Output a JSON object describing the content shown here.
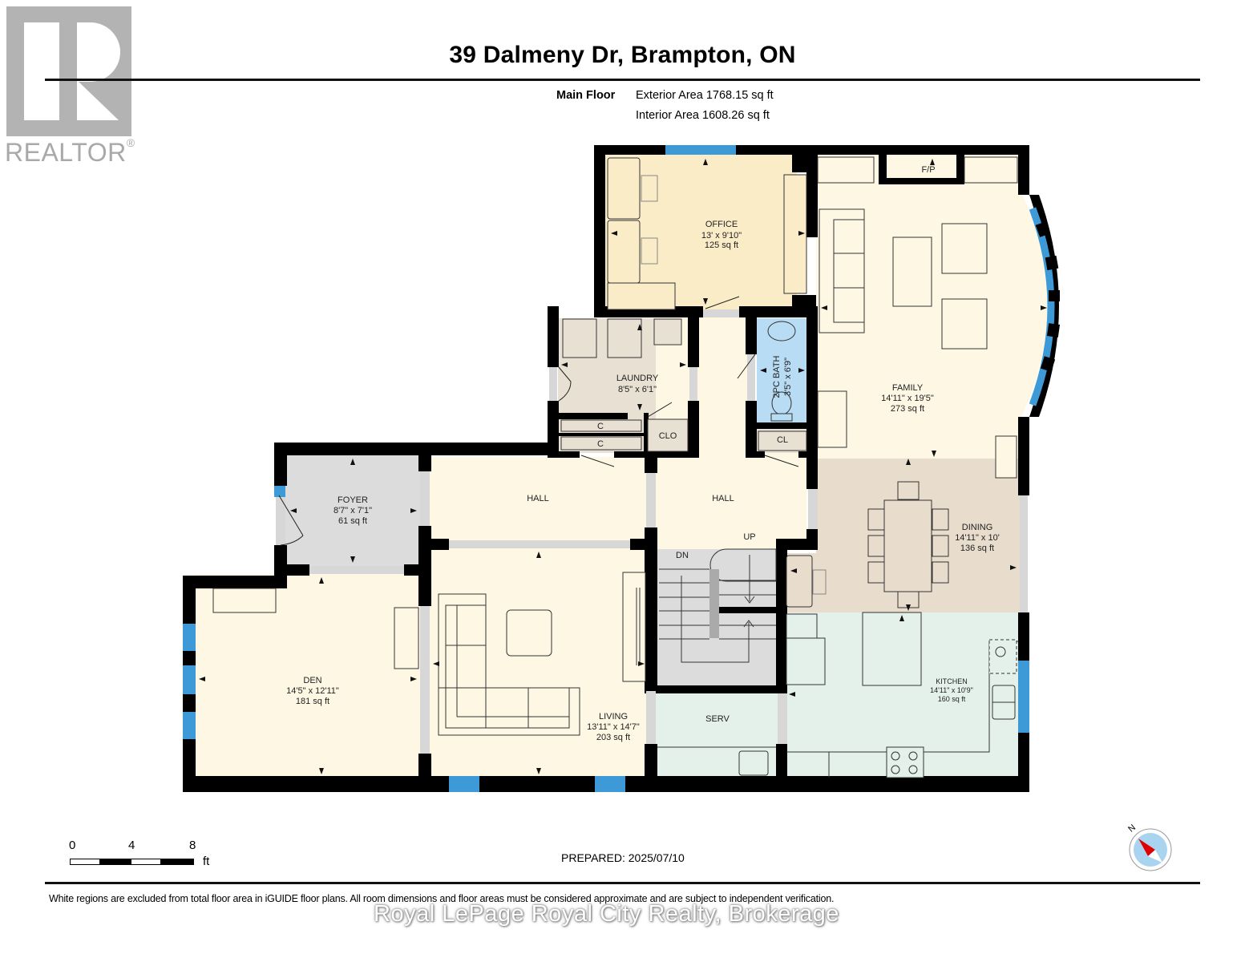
{
  "header": {
    "title": "39 Dalmeny Dr, Brampton, ON",
    "floor_label": "Main Floor",
    "exterior_area": "Exterior Area 1768.15 sq ft",
    "interior_area": "Interior Area 1608.26 sq ft"
  },
  "logo": {
    "text": "REALTOR",
    "mark": "®"
  },
  "rooms": {
    "office": {
      "name": "OFFICE",
      "dims": "13' x 9'10\"",
      "area": "125 sq ft"
    },
    "laundry": {
      "name": "LAUNDRY",
      "dims": "8'5\" x 6'1\""
    },
    "bath": {
      "name": "2PC BATH",
      "dims": "3'5\" x 6'9\""
    },
    "family": {
      "name": "FAMILY",
      "dims": "14'11\" x 19'5\"",
      "area": "273 sq ft"
    },
    "dining": {
      "name": "DINING",
      "dims": "14'11\" x 10'",
      "area": "136 sq ft"
    },
    "kitchen": {
      "name": "KITCHEN",
      "dims": "14'11\" x 10'9\"",
      "area": "160 sq ft"
    },
    "foyer": {
      "name": "FOYER",
      "dims": "8'7\" x 7'1\"",
      "area": "61 sq ft"
    },
    "den": {
      "name": "DEN",
      "dims": "14'5\" x 12'11\"",
      "area": "181 sq ft"
    },
    "living": {
      "name": "LIVING",
      "dims": "13'11\" x 14'7\"",
      "area": "203 sq ft"
    },
    "hall_left": {
      "name": "HALL"
    },
    "hall_center": {
      "name": "HALL"
    },
    "serv": {
      "name": "SERV"
    },
    "closet_c1": {
      "name": "C"
    },
    "closet_c2": {
      "name": "C"
    },
    "closet_clo": {
      "name": "CLO"
    },
    "closet_cl": {
      "name": "CL"
    },
    "fireplace": {
      "name": "F/P"
    },
    "stairs_up": {
      "name": "UP"
    },
    "stairs_dn": {
      "name": "DN"
    }
  },
  "scale": {
    "ticks": [
      "0",
      "4",
      "8"
    ],
    "unit": "ft"
  },
  "compass": {
    "label": "N"
  },
  "footer": {
    "prepared": "PREPARED: 2025/07/10",
    "disclaimer": "White regions are excluded from total floor area in iGUIDE floor plans. All room dimensions and floor areas must be considered approximate and are subject to independent verification.",
    "brokerage": "Royal LePage Royal City Realty, Brokerage"
  },
  "colors": {
    "wall": "#000000",
    "window": "#3d9ad6",
    "office": "#fbecc8",
    "laundry": "#e8e0d3",
    "bath": "#b8dcf4",
    "living_areas": "#fdf7e4",
    "dining": "#e8dccd",
    "kitchen": "#e4f0ea",
    "foyer": "#dcdcdc",
    "stairs": "#dcdcdc",
    "compass_red": "#e00000",
    "compass_bg": "#a9d4f0"
  }
}
